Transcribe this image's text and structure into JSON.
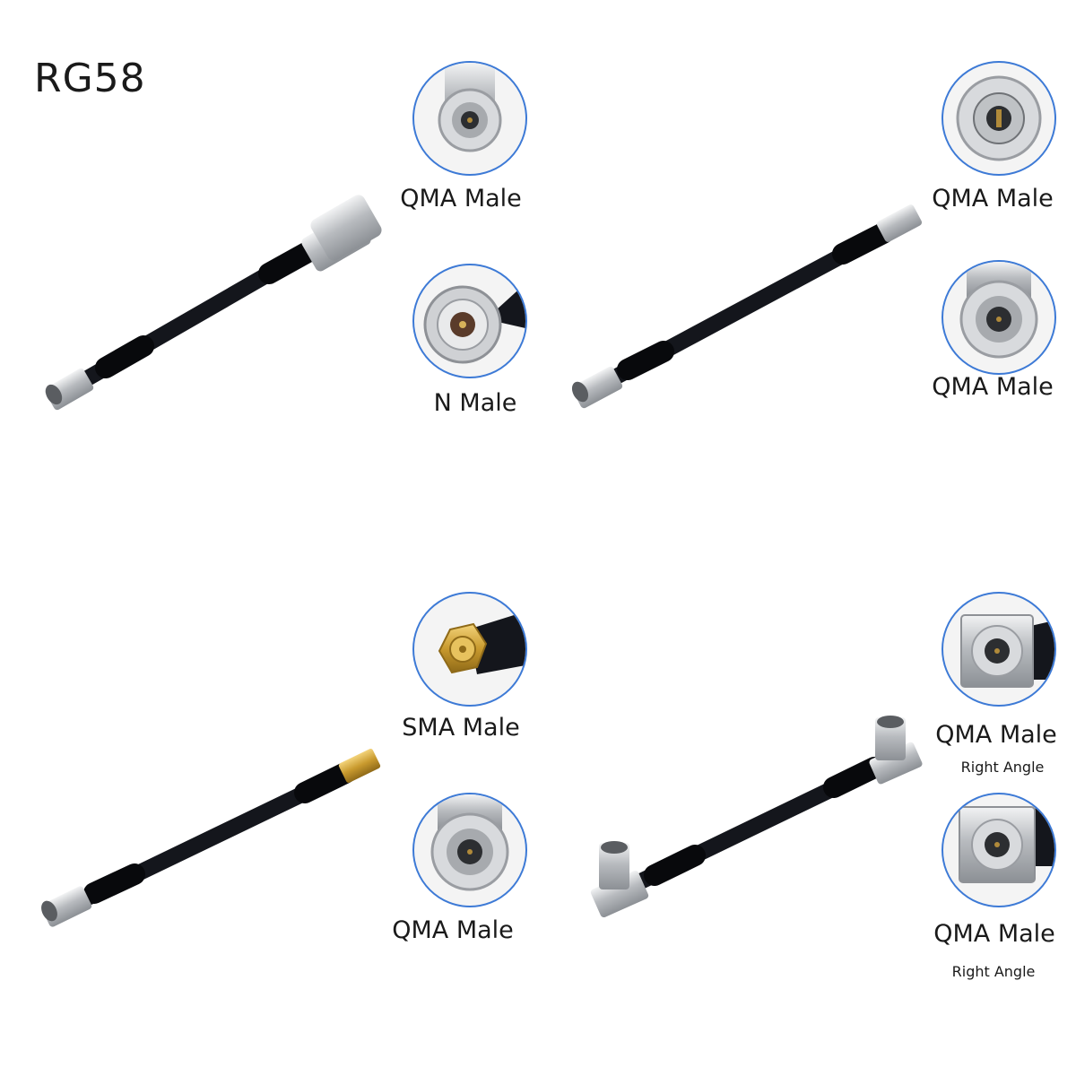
{
  "title": "RG58",
  "products": [
    {
      "top_label": "QMA Male",
      "bottom_label": "N Male"
    },
    {
      "top_label": "QMA Male",
      "bottom_label": "QMA Male"
    },
    {
      "top_label": "SMA Male",
      "bottom_label": "QMA Male"
    },
    {
      "top_label": "QMA Male",
      "top_sublabel": "Right Angle",
      "bottom_label": "QMA Male",
      "bottom_sublabel": "Right Angle"
    }
  ],
  "colors": {
    "circle_border": "#3d7ad6",
    "cable": "#14161c",
    "metal": "#c9cbce",
    "gold": "#c99a2e"
  }
}
